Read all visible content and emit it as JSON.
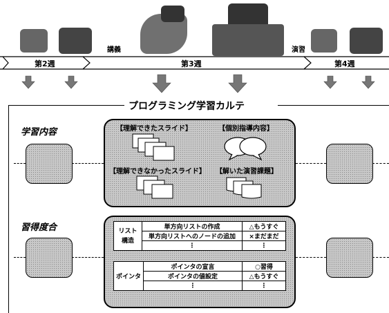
{
  "timeline": {
    "week2": "第2週",
    "week3": "第3週",
    "week4": "第4週",
    "lecture": "講義",
    "exercise": "演習"
  },
  "karte": {
    "title": "プログラミング学習カルテ",
    "learning_content": {
      "label": "学習内容",
      "understood_slides": "【理解できたスライド】",
      "not_understood_slides": "【理解できなかったスライド】",
      "individual_guidance": "【個別指導内容】",
      "solved_exercises": "【解いた演習課題】"
    },
    "mastery": {
      "label": "習得度合",
      "groups": [
        {
          "category": "リスト構造",
          "rows": [
            {
              "item": "単方向リストの作成",
              "status": "△もうすぐ"
            },
            {
              "item": "単方向リストへのノードの追加",
              "status": "×まだまだ"
            },
            {
              "item": "⋮",
              "status": "⋮"
            }
          ]
        },
        {
          "category": "ポインタ",
          "rows": [
            {
              "item": "ポインタの宣言",
              "status": "○習得"
            },
            {
              "item": "ポインタの値設定",
              "status": "△もうすぐ"
            },
            {
              "item": "⋮",
              "status": "⋮"
            }
          ]
        }
      ]
    }
  }
}
